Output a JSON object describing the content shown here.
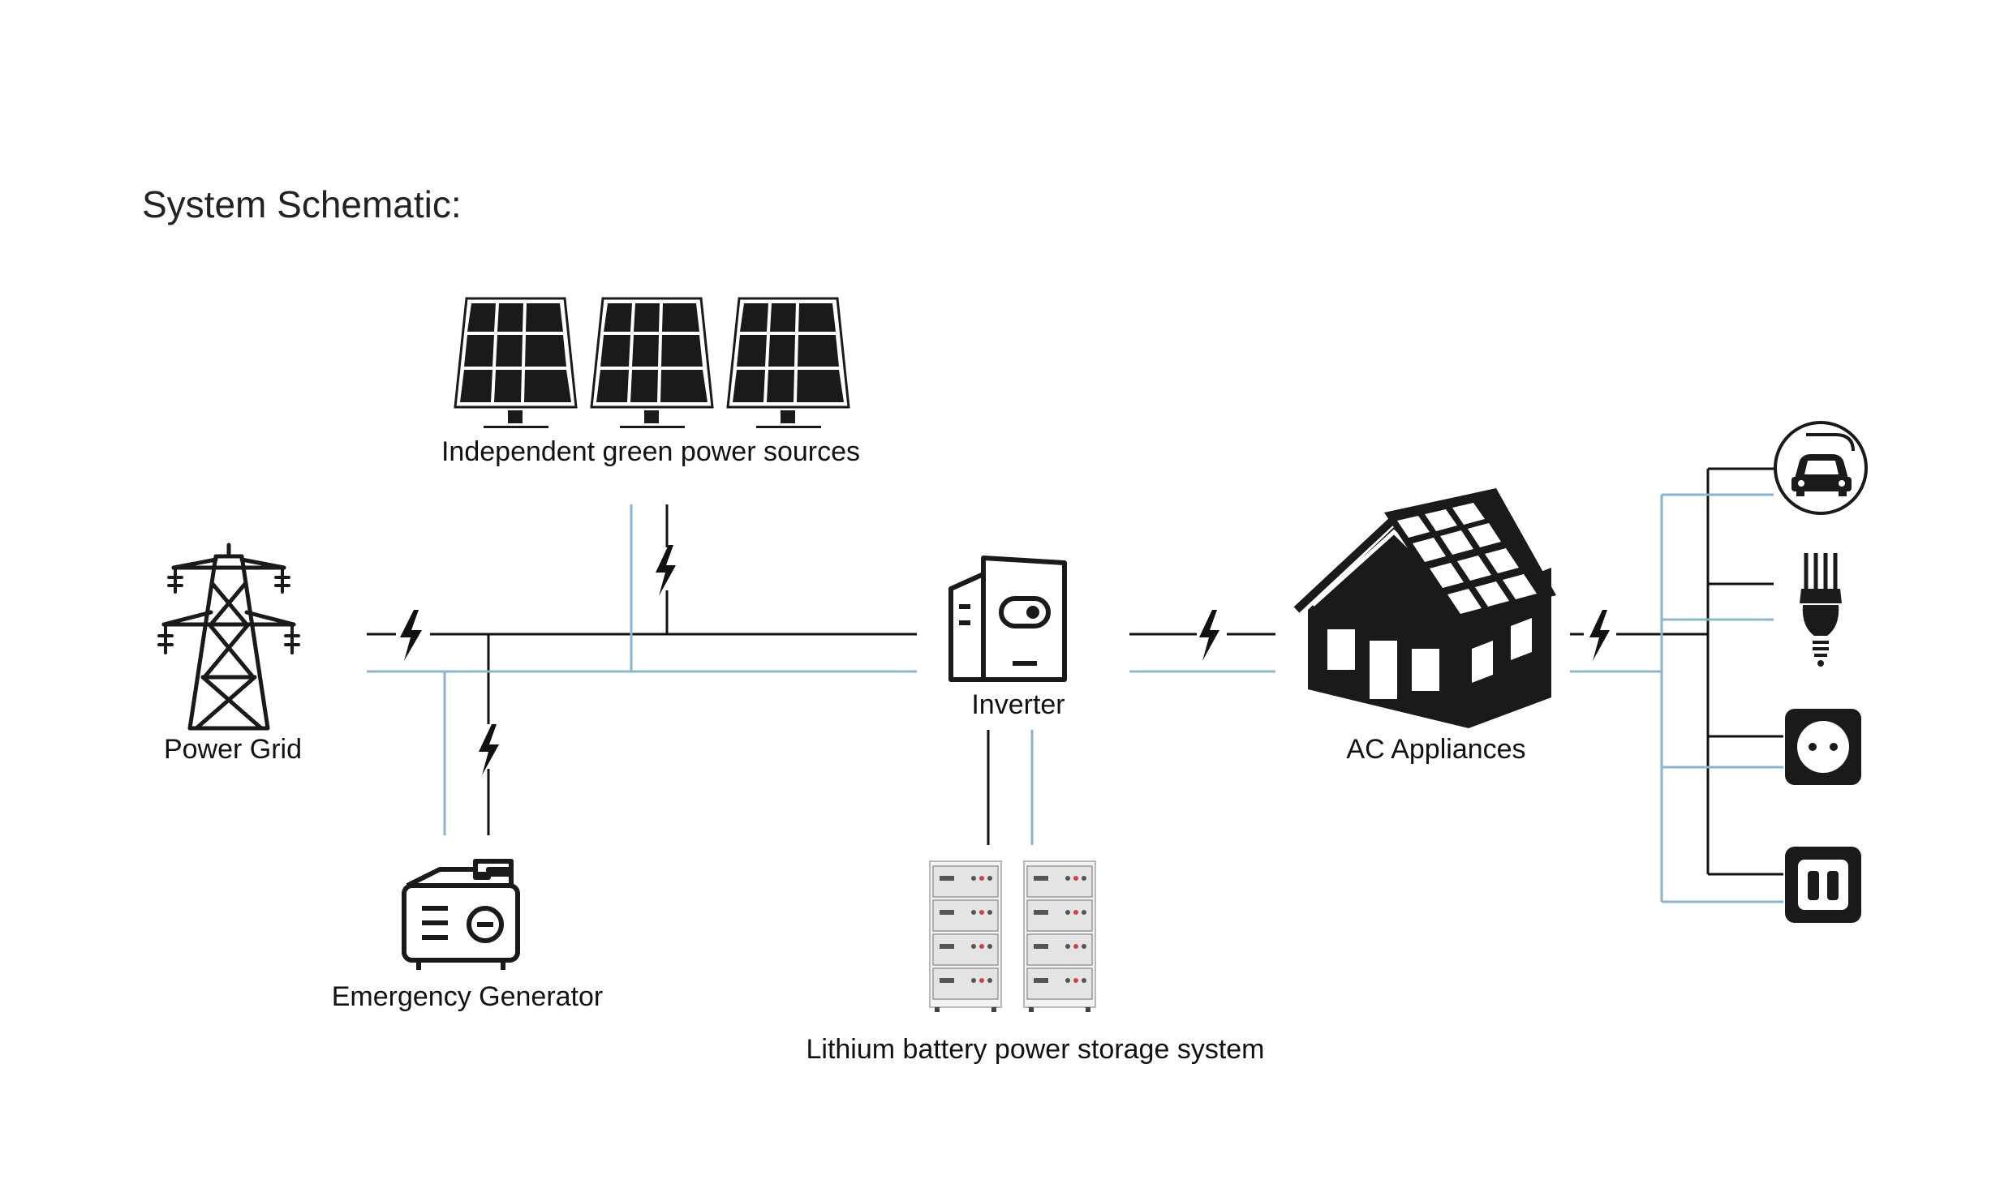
{
  "title": "System Schematic:",
  "nodes": {
    "solar": {
      "label": "Independent green power sources",
      "icon": "solar-panel-icon"
    },
    "grid": {
      "label": "Power Grid",
      "icon": "transmission-tower-icon"
    },
    "generator": {
      "label": "Emergency Generator",
      "icon": "generator-icon"
    },
    "inverter": {
      "label": "Inverter",
      "icon": "inverter-icon"
    },
    "battery": {
      "label": "Lithium battery power storage system",
      "icon": "battery-rack-icon"
    },
    "house": {
      "label": "AC Appliances",
      "icon": "solar-house-icon"
    }
  },
  "appliances": [
    {
      "name": "ev-charger",
      "icon": "car-charger-icon"
    },
    {
      "name": "lamp",
      "icon": "light-bulb-icon"
    },
    {
      "name": "round-socket",
      "icon": "round-socket-icon"
    },
    {
      "name": "flat-socket",
      "icon": "flat-socket-icon"
    }
  ],
  "colors": {
    "ac_line": "#111111",
    "dc_line": "#8db4cc",
    "icon": "#1a1a1a",
    "battery_panel": "#e8e8e8"
  }
}
